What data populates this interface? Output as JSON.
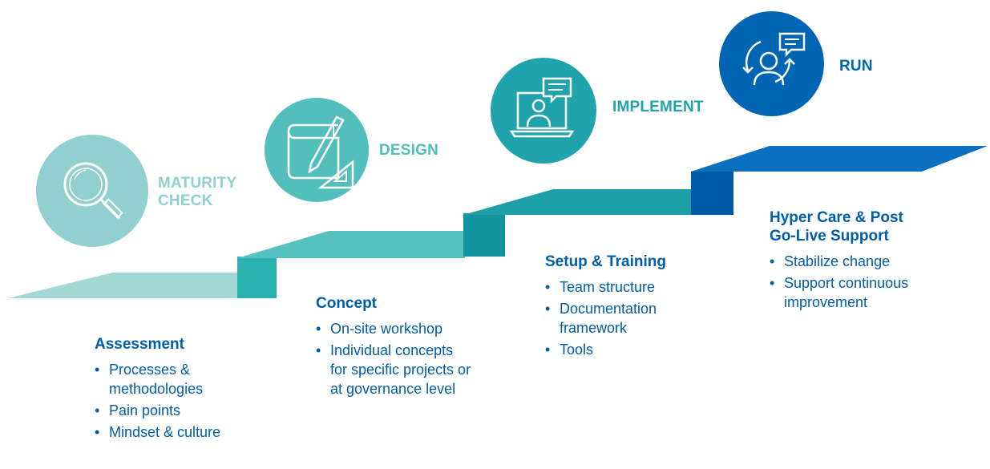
{
  "phases": [
    {
      "label_lines": [
        "MATURITY",
        "CHECK"
      ],
      "icon": "magnifier-icon",
      "color": "#91d0cf"
    },
    {
      "label_lines": [
        "DESIGN"
      ],
      "icon": "blueprint-pencil-icon",
      "color": "#52bfbc"
    },
    {
      "label_lines": [
        "IMPLEMENT"
      ],
      "icon": "video-call-icon",
      "color": "#1fa3ac"
    },
    {
      "label_lines": [
        "RUN"
      ],
      "icon": "support-cycle-icon",
      "color": "#0066b3"
    }
  ],
  "blocks": [
    {
      "title_lines": [
        "Assessment"
      ],
      "items": [
        "Processes & methodologies",
        "Pain points",
        "Mindset & culture"
      ]
    },
    {
      "title_lines": [
        "Concept"
      ],
      "items": [
        "On-site workshop",
        "Individual concepts for specific projects or at governance level"
      ]
    },
    {
      "title_lines": [
        "Setup & Training"
      ],
      "items": [
        "Team structure",
        "Documentation framework",
        "Tools"
      ]
    },
    {
      "title_lines": [
        "Hyper Care & Post",
        "Go-Live Support"
      ],
      "items": [
        "Stabilize change",
        "Support continuous improvement"
      ]
    }
  ],
  "colors": {
    "text": "#005daa",
    "step1": "#9fd6d4",
    "step2": "#5cc4c1",
    "step3": "#1aa0a8",
    "step4": "#0a6fbd"
  }
}
